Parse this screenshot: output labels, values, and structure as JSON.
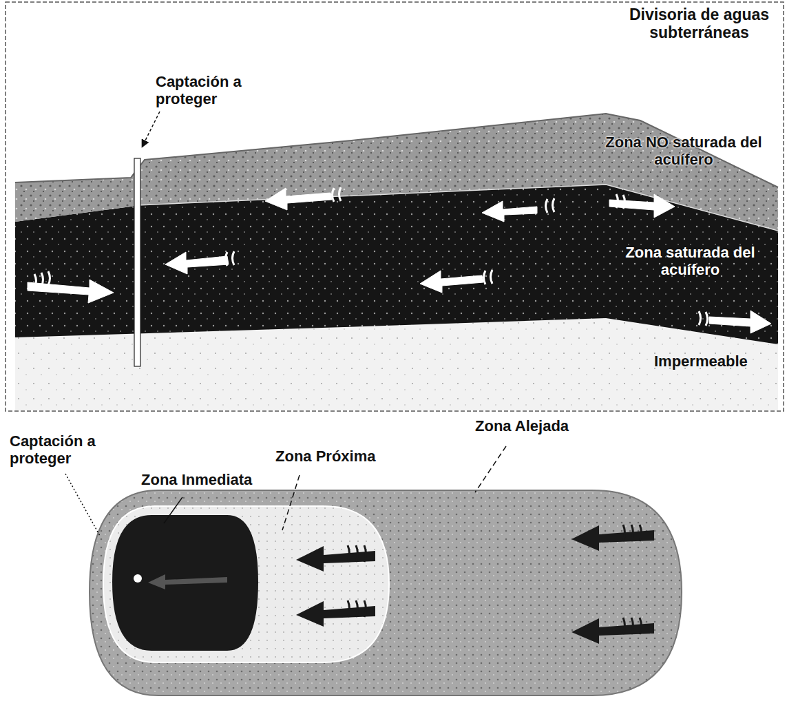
{
  "diagram": {
    "labels": [
      "Divisoria de aguas subterráneas",
      "Captación a proteger",
      "Zona NO saturada del acuífero",
      "Zona saturada del acuífero",
      "Impermeable",
      "Zona Alejada",
      "Zona Próxima",
      "Captación a proteger",
      "Zona Inmediata"
    ]
  }
}
